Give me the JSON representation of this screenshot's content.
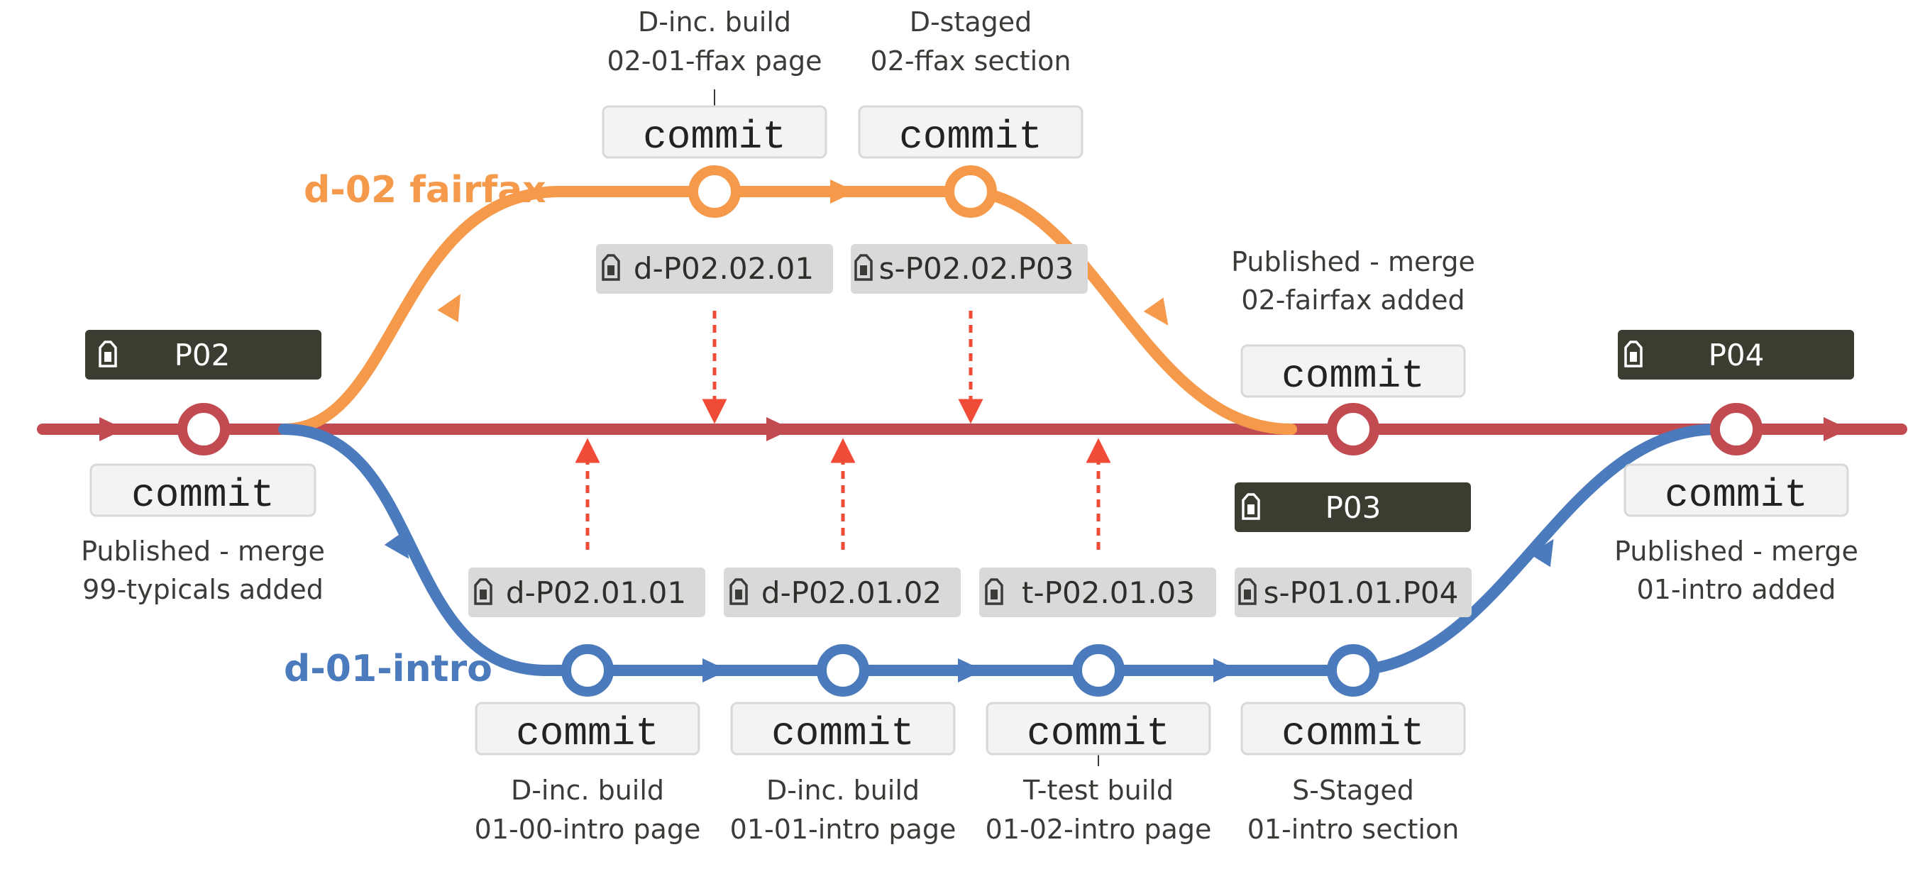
{
  "colors": {
    "main": "#c24b51",
    "fairfax": "#f5994b",
    "intro": "#4b7bbd",
    "dashed": "#ef4b37",
    "dark_tag_bg": "#3d3c30",
    "light_tag_bg": "#d9d9d9",
    "commit_box_bg": "#f3f3f3",
    "commit_box_border": "#d8d8d8"
  },
  "branches": {
    "fairfax": {
      "label": "d-02 fairfax"
    },
    "intro": {
      "label": "d-01-intro"
    }
  },
  "commits": [
    {
      "id": "main-p02",
      "label": "commit",
      "desc": [
        "Published - merge",
        "99-typicals added"
      ]
    },
    {
      "id": "fairfax-1",
      "label": "commit",
      "desc": [
        "D-inc. build",
        "02-01-ffax page"
      ]
    },
    {
      "id": "fairfax-2",
      "label": "commit",
      "desc": [
        "D-staged",
        "02-ffax section"
      ]
    },
    {
      "id": "main-p03",
      "label": "commit",
      "desc": [
        "Published - merge",
        "02-fairfax added"
      ]
    },
    {
      "id": "main-p04",
      "label": "commit",
      "desc": [
        "Published - merge",
        "01-intro added"
      ]
    },
    {
      "id": "intro-1",
      "label": "commit",
      "desc": [
        "D-inc. build",
        "01-00-intro page"
      ]
    },
    {
      "id": "intro-2",
      "label": "commit",
      "desc": [
        "D-inc. build",
        "01-01-intro page"
      ]
    },
    {
      "id": "intro-3",
      "label": "commit",
      "desc": [
        "T-test build",
        "01-02-intro page"
      ]
    },
    {
      "id": "intro-4",
      "label": "commit",
      "desc": [
        "S-Staged",
        "01-intro section"
      ]
    }
  ],
  "tags": [
    {
      "id": "p02",
      "text": "P02",
      "style": "dark",
      "icon": "tag-icon"
    },
    {
      "id": "p03",
      "text": "P03",
      "style": "dark",
      "icon": "tag-icon"
    },
    {
      "id": "p04",
      "text": "P04",
      "style": "dark",
      "icon": "tag-icon"
    },
    {
      "id": "d-p02-02-01",
      "text": "d-P02.02.01",
      "style": "light",
      "icon": "tag-icon"
    },
    {
      "id": "s-p02-02-p03",
      "text": "s-P02.02.P03",
      "style": "light",
      "icon": "tag-icon"
    },
    {
      "id": "d-p02-01-01",
      "text": "d-P02.01.01",
      "style": "light",
      "icon": "tag-icon"
    },
    {
      "id": "d-p02-01-02",
      "text": "d-P02.01.02",
      "style": "light",
      "icon": "tag-icon"
    },
    {
      "id": "t-p02-01-03",
      "text": "t-P02.01.03",
      "style": "light",
      "icon": "tag-icon"
    },
    {
      "id": "s-p01-01-p04",
      "text": "s-P01.01.P04",
      "style": "light",
      "icon": "tag-icon"
    }
  ]
}
